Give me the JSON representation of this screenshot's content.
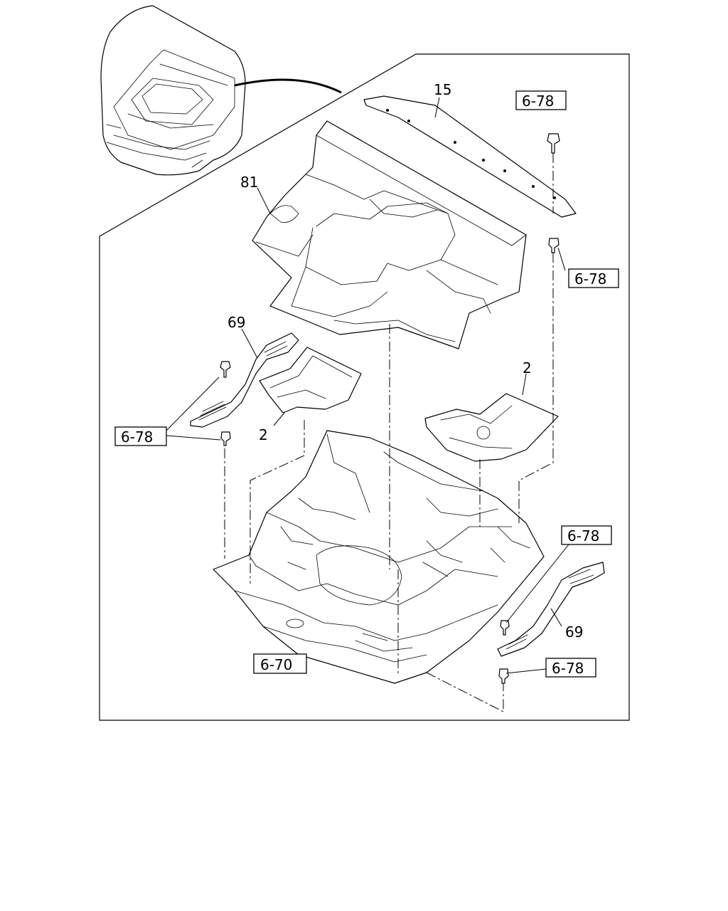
{
  "callouts": {
    "ref_6_78": "6-78",
    "ref_6_70": "6-70"
  },
  "part_numbers": {
    "p15": "15",
    "p81": "81",
    "p69": "69",
    "p2": "2"
  }
}
